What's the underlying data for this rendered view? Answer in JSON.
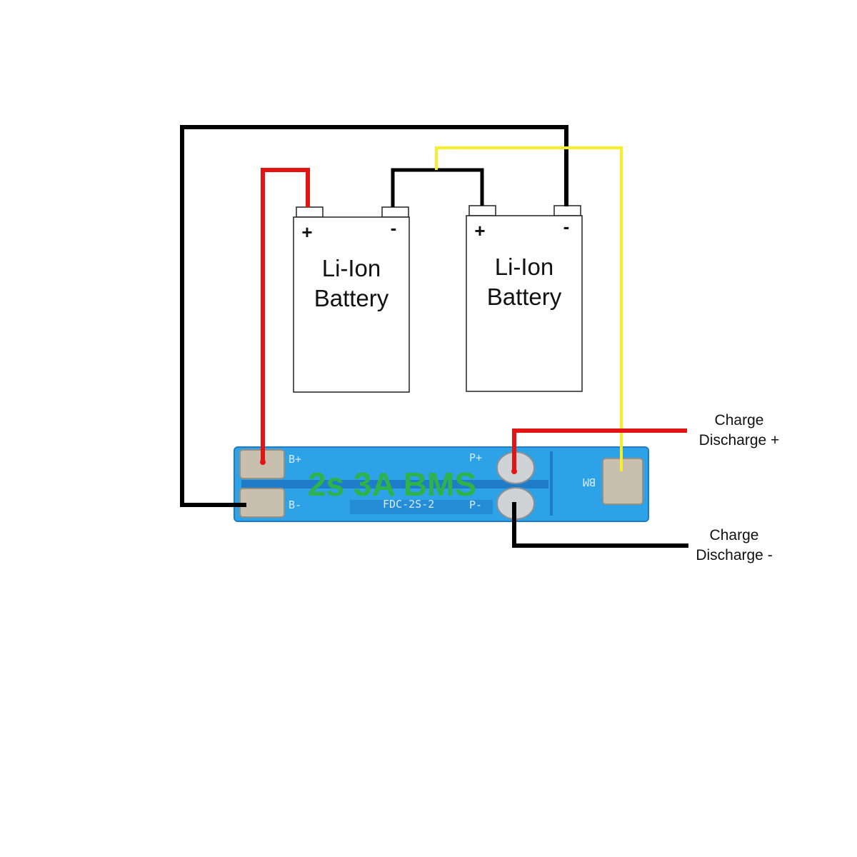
{
  "colors": {
    "background": "#ffffff",
    "wire_black": "#000000",
    "wire_red": "#e31414",
    "wire_yellow": "#f7ef2a",
    "pcb_blue": "#2ea2e6",
    "pcb_blue_dark": "#1f7cc9",
    "pad_silver": "#c9bfae",
    "title_green": "#2db34a"
  },
  "batteries": [
    {
      "line1": "Li-Ion",
      "line2": "Battery",
      "plus": "+",
      "minus": "-"
    },
    {
      "line1": "Li-Ion",
      "line2": "Battery",
      "plus": "+",
      "minus": "-"
    }
  ],
  "bms": {
    "title": "2s 3A BMS",
    "silkscreen": {
      "b_plus": "B+",
      "b_minus": "B-",
      "p_plus": "P+",
      "p_minus": "P-",
      "model": "FDC-2S-2",
      "bm": "BM"
    }
  },
  "terminals": {
    "positive": {
      "line1": "Charge",
      "line2": "Discharge +"
    },
    "negative": {
      "line1": "Charge",
      "line2": "Discharge -"
    }
  }
}
